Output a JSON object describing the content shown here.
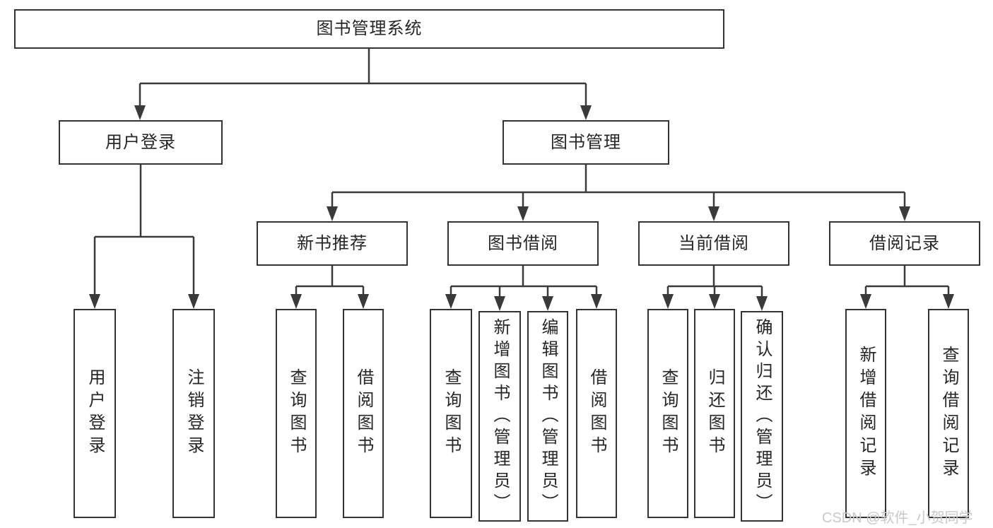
{
  "tree": {
    "root": "图书管理系统",
    "branches": [
      {
        "label": "用户登录",
        "children": [
          {
            "label": "用户登录"
          },
          {
            "label": "注销登录"
          }
        ]
      },
      {
        "label": "图书管理",
        "groups": [
          {
            "label": "新书推荐",
            "children": [
              {
                "label": "查询图书"
              },
              {
                "label": "借阅图书"
              }
            ]
          },
          {
            "label": "图书借阅",
            "children": [
              {
                "label": "查询图书"
              },
              {
                "label": "新增图书（管理员）"
              },
              {
                "label": "编辑图书（管理员）"
              },
              {
                "label": "借阅图书"
              }
            ]
          },
          {
            "label": "当前借阅",
            "children": [
              {
                "label": "查询图书"
              },
              {
                "label": "归还图书"
              },
              {
                "label": "确认归还（管理员）"
              }
            ]
          },
          {
            "label": "借阅记录",
            "children": [
              {
                "label": "新增借阅记录"
              },
              {
                "label": "查询借阅记录"
              }
            ]
          }
        ]
      }
    ]
  },
  "watermark": "CSDN @软件_小贺同学",
  "colors": {
    "line": "#3a3a3a",
    "box_border": "#333333",
    "text": "#262626",
    "watermark": "#c9c9c9",
    "background": "#ffffff"
  }
}
